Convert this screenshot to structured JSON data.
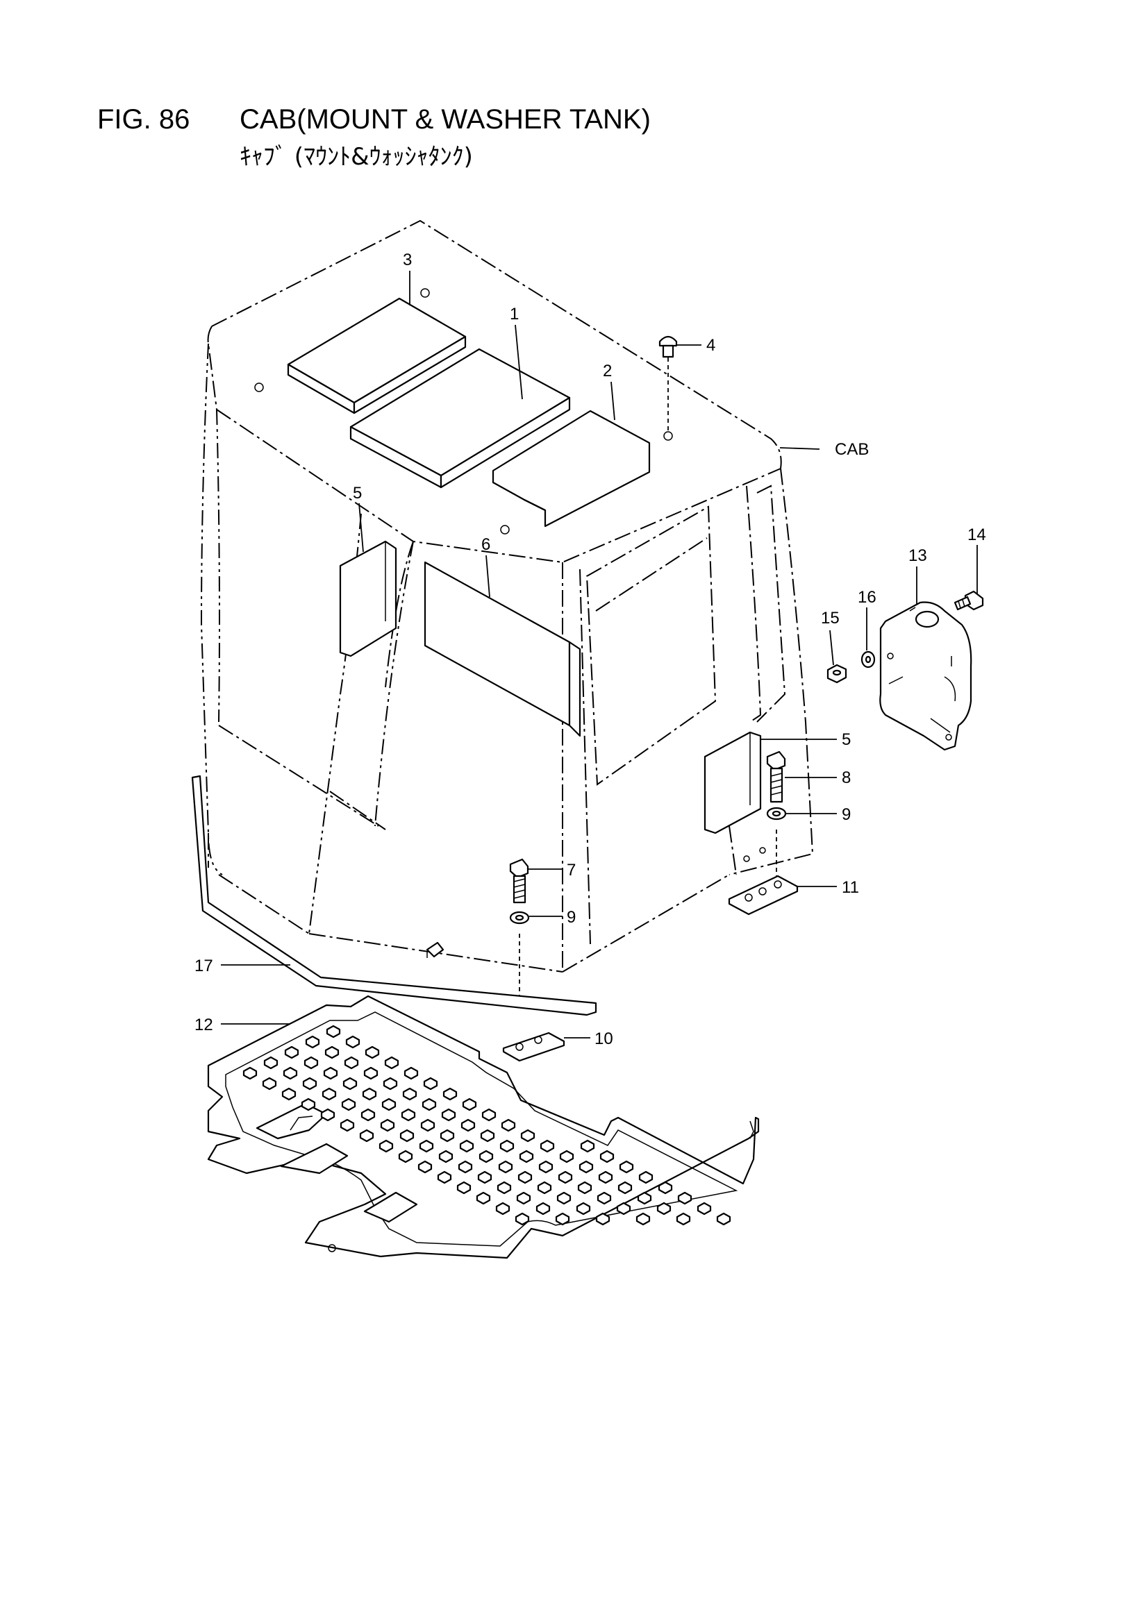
{
  "header": {
    "fig_number": "FIG. 86",
    "title": "CAB(MOUNT & WASHER TANK)",
    "title_jp": "ｷｬﾌﾞ (ﾏｳﾝﾄ&ｳｫｯｼｬﾀﾝｸ)"
  },
  "callouts": {
    "c1": "1",
    "c2": "2",
    "c3": "3",
    "c4": "4",
    "c5a": "5",
    "c5b": "5",
    "c6": "6",
    "c7": "7",
    "c8": "8",
    "c9a": "9",
    "c9b": "9",
    "c10": "10",
    "c11": "11",
    "c12": "12",
    "c13": "13",
    "c14": "14",
    "c15": "15",
    "c16": "16",
    "c17": "17",
    "cab": "CAB"
  }
}
